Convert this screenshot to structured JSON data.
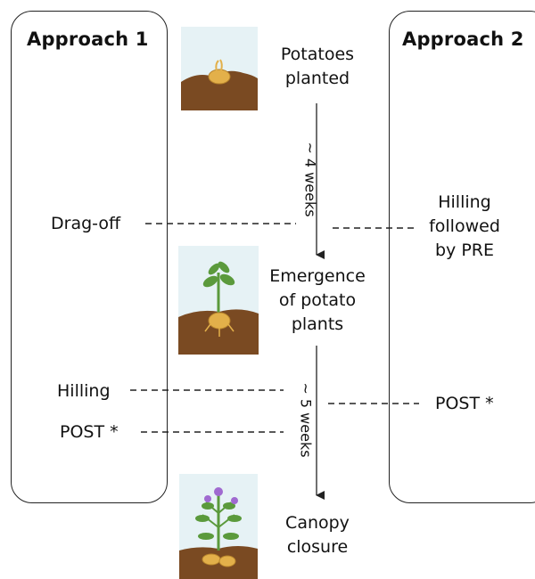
{
  "approach1": {
    "title": "Approach 1",
    "step1": "Drag-off",
    "step2": "Hilling",
    "step3": "POST *"
  },
  "approach2": {
    "title": "Approach 2",
    "step1_line1": "Hilling",
    "step1_line2": "followed",
    "step1_line3": "by PRE",
    "step2": "POST *"
  },
  "timeline": {
    "stage1_line1": "Potatoes",
    "stage1_line2": "planted",
    "interval1": "~ 4 weeks",
    "stage2_line1": "Emergence",
    "stage2_line2": "of potato",
    "stage2_line3": "plants",
    "interval2": "~ 5 weeks",
    "stage3_line1": "Canopy",
    "stage3_line2": "closure"
  },
  "colors": {
    "soil": "#7a4a22",
    "sky": "#e6f2f5",
    "tuber": "#e3b04a",
    "leaf": "#5b9a3c",
    "flower": "#a06ad0"
  }
}
